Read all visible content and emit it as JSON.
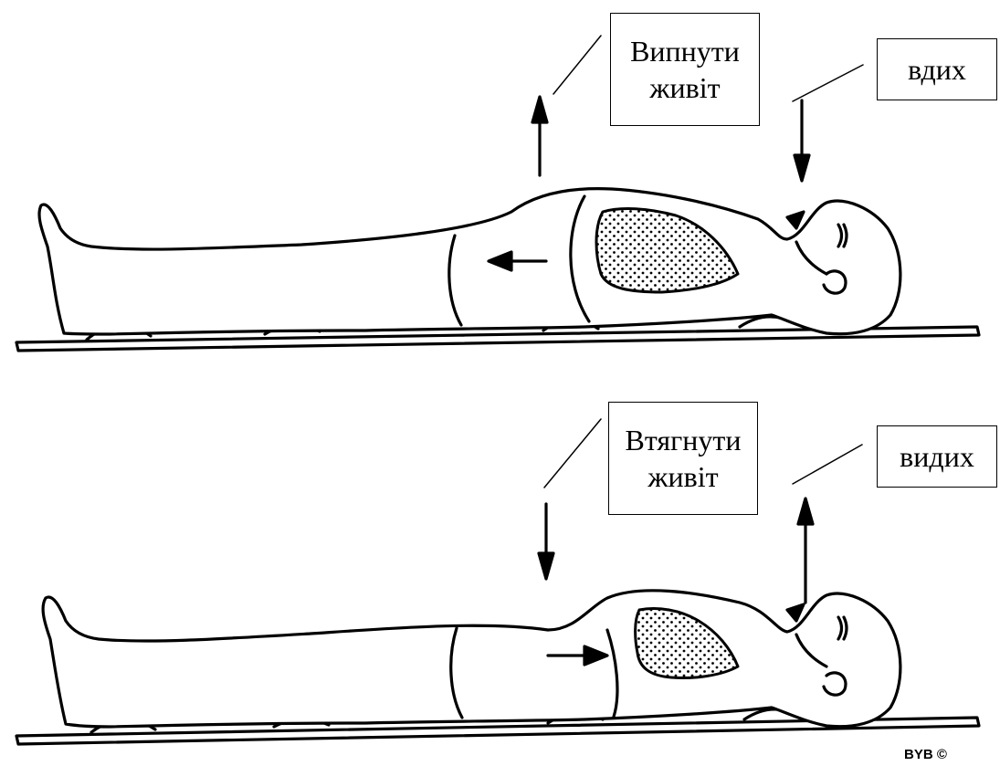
{
  "panels": [
    {
      "id": "inhale",
      "belly_label": {
        "line1": "Випнути",
        "line2": "живіт"
      },
      "breath_label": "вдих"
    },
    {
      "id": "exhale",
      "belly_label": {
        "line1": "Втягнути",
        "line2": "живіт"
      },
      "breath_label": "видих"
    }
  ],
  "signature": "BYB ©",
  "colors": {
    "ink": "#000000",
    "background": "#ffffff",
    "lung_fill": "#e6e6e6"
  }
}
